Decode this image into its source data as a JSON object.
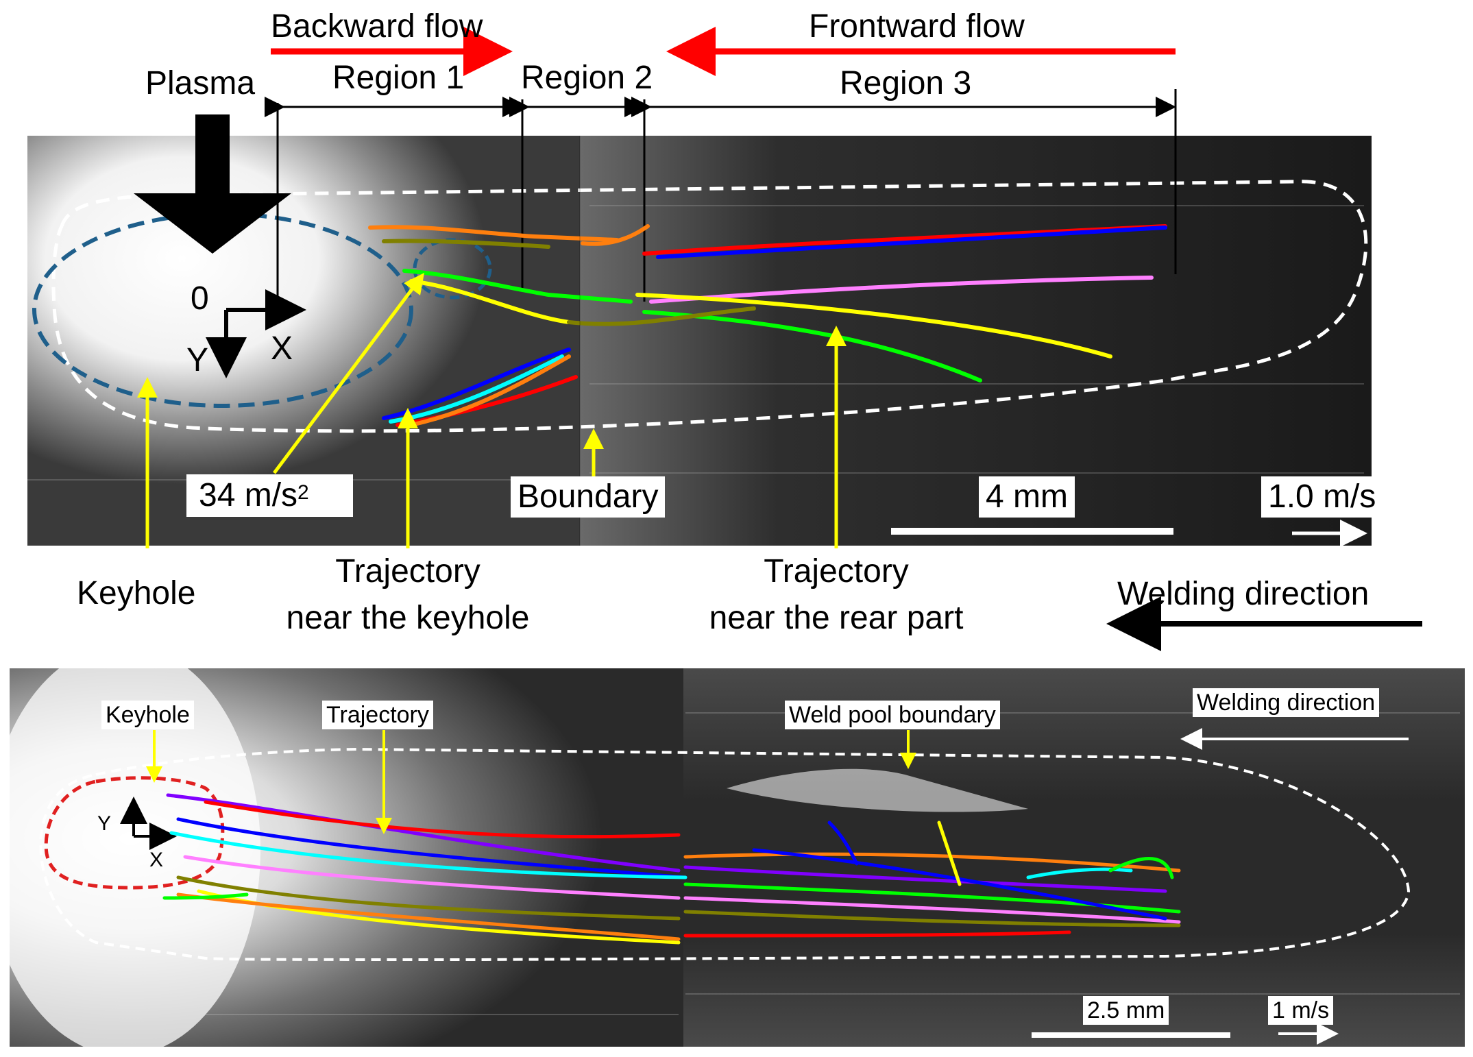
{
  "top_panel": {
    "flows": {
      "backward": "Backward flow",
      "frontward": "Frontward flow"
    },
    "regions": [
      "Region 1",
      "Region 2",
      "Region 3"
    ],
    "plasma_label": "Plasma",
    "axis": {
      "origin": "0",
      "x": "X",
      "y": "Y"
    },
    "acceleration": {
      "value": "34 m/s",
      "exponent": "2"
    },
    "boundary_label": "Boundary",
    "scale_bar": "4 mm",
    "velocity_scale": "1.0 m/s",
    "callouts": {
      "keyhole": "Keyhole",
      "trajectory_keyhole_line1": "Trajectory",
      "trajectory_keyhole_line2": "near the keyhole",
      "trajectory_rear_line1": "Trajectory",
      "trajectory_rear_line2": "near the rear part",
      "welding_direction": "Welding direction"
    }
  },
  "bottom_panel": {
    "keyhole_label": "Keyhole",
    "trajectory_label": "Trajectory",
    "weld_pool_label": "Weld pool boundary",
    "welding_direction": "Welding direction",
    "axis": {
      "x": "X",
      "y": "Y"
    },
    "scale_bar": "2.5 mm",
    "velocity_scale": "1 m/s"
  },
  "colors": {
    "flow_arrow": "#ff0000",
    "callout": "#ffff00",
    "pool_outline": "#ffffff",
    "keyhole_top_outline": "#1f5f8b",
    "keyhole_bottom_outline": "#e02020",
    "trajectories_top": [
      "#ff7f0e",
      "#808000",
      "#00ff00",
      "#ffff00",
      "#ff0000",
      "#0000ff",
      "#ff80ff",
      "#00ffff"
    ],
    "trajectories_bottom": [
      "#ff0000",
      "#8000ff",
      "#0000ff",
      "#00ffff",
      "#ff80ff",
      "#ff7f0e",
      "#808000",
      "#ffff00",
      "#00ff00"
    ]
  }
}
